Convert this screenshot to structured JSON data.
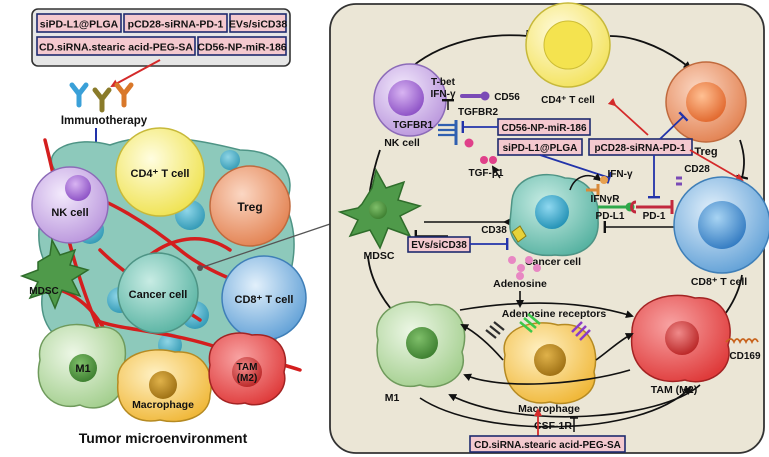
{
  "left_panel": {
    "therapy_box": {
      "items": [
        "siPD-L1@PLGA",
        "pCD28-siRNA-PD-1",
        "EVs/siCD38",
        "CD.siRNA.stearic acid-PEG-SA",
        "CD56-NP-miR-186"
      ]
    },
    "immunotherapy": "Immunotherapy",
    "cells": {
      "nk": "NK cell",
      "cd4": "CD4⁺ T cell",
      "treg": "Treg",
      "mdsc": "MDSC",
      "cancer": "Cancer cell",
      "cd8": "CD8⁺ T cell",
      "m1": "M1",
      "macrophage": "Macrophage",
      "tam_line1": "TAM",
      "tam_line2": "(M2)"
    },
    "caption": "Tumor microenvironment"
  },
  "right_panel": {
    "cells": {
      "cd4": "CD4⁺ T cell",
      "treg": "Treg",
      "nk": "NK cell",
      "mdsc": "MDSC",
      "cancer": "Cancer cell",
      "cd8": "CD8⁺ T cell",
      "m1": "M1",
      "macrophage": "Macrophage",
      "tam": "TAM (M2)"
    },
    "molecules": {
      "tbet": "T-bet",
      "ifng_nk": "IFN-γ",
      "cd56": "CD56",
      "tgfbr2": "TGFBR2",
      "tgfbr1": "TGFBR1",
      "tgfb1": "TGF-β1",
      "ifng_cancer": "IFN-γ",
      "ifngr": "IFNγR",
      "pdl1": "PD-L1",
      "pd1": "PD-1",
      "cd28": "CD28",
      "cd38": "CD38",
      "adenosine": "Adenosine",
      "adenosine_receptors": "Adenosine receptors",
      "cd169": "CD169",
      "csf1r": "CSF-1R"
    },
    "therapy_labels": {
      "cd56_np": "CD56-NP-miR-186",
      "sipdl1": "siPD-L1@PLGA",
      "pcd28": "pCD28-siRNA-PD-1",
      "evs": "EVs/siCD38",
      "cd_sirna": "CD.siRNA.stearic acid-PEG-SA"
    }
  },
  "colors": {
    "therapy_box_fill": "#f4c9cf",
    "therapy_box_border": "#1e2a6e",
    "activation_arrow": "#d42a2a",
    "inhibition_arrow": "#2233aa",
    "panel_background": "#ebe6d6",
    "nk_cell": "#c9a8e6",
    "cd4_t_cell": "#f5ec6a",
    "treg": "#e98a5e",
    "cancer_cell": "#6fc4b4",
    "cd8_t_cell": "#7fb4e0",
    "mdsc": "#4f9a4a",
    "m1": "#b8dca6",
    "macrophage": "#f2c04a",
    "tam": "#e84848"
  }
}
